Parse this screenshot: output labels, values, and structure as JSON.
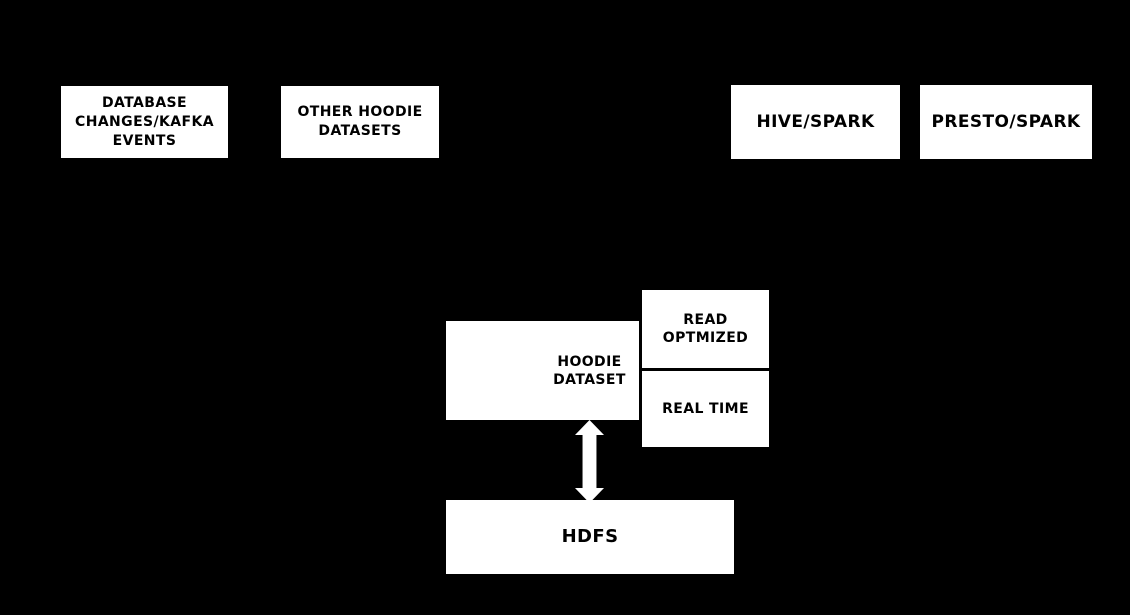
{
  "diagram": {
    "colors": {
      "background": "#000000",
      "node_fill": "#ffffff",
      "node_text": "#000000",
      "arrow": "#ffffff"
    },
    "nodes": {
      "database_changes": {
        "lines": [
          "DATABASE",
          "CHANGES/KAFKA",
          "EVENTS"
        ]
      },
      "other_hoodie_datasets": {
        "lines": [
          "OTHER HOODIE",
          "DATASETS"
        ]
      },
      "hive_spark": {
        "lines": [
          "HIVE/SPARK"
        ]
      },
      "presto_spark": {
        "lines": [
          "PRESTO/SPARK"
        ]
      },
      "hoodie_dataset": {
        "lines": [
          "HOODIE",
          "DATASET"
        ]
      },
      "read_optimized": {
        "lines": [
          "READ",
          "OPTMIZED"
        ]
      },
      "real_time": {
        "lines": [
          "REAL TIME"
        ]
      },
      "hdfs": {
        "lines": [
          "HDFS"
        ]
      }
    },
    "arrow": {
      "description": "bidirectional vertical arrow between HOODIE DATASET and HDFS"
    }
  }
}
